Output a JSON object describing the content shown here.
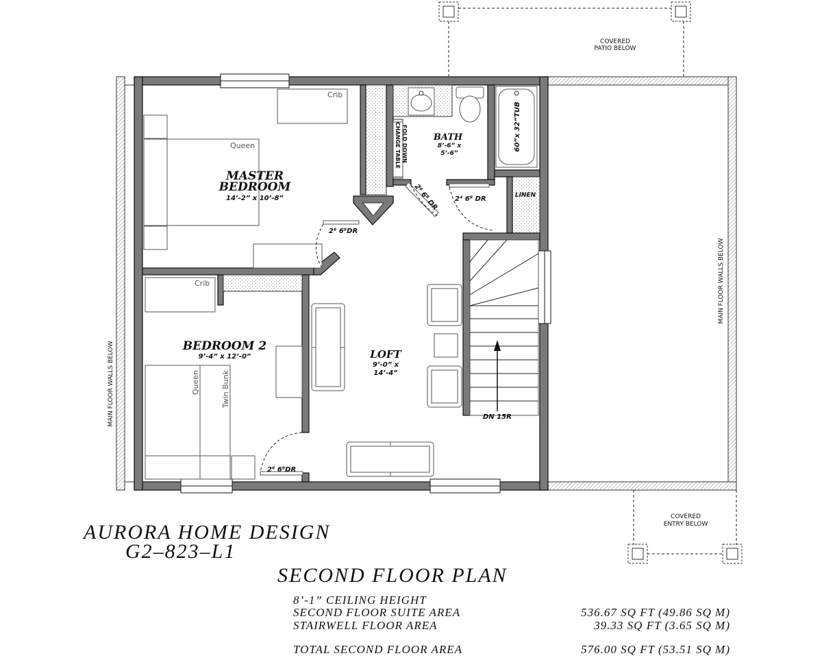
{
  "rooms": {
    "master": {
      "name_line1": "MASTER",
      "name_line2": "BEDROOM",
      "dims": "14’-2” x 10’-8”"
    },
    "bath": {
      "name": "BATH",
      "dims_line1": "8’-6” x",
      "dims_line2": "5’-6”"
    },
    "bedroom2": {
      "name": "BEDROOM 2",
      "dims": "9’-4” x 12’-0”"
    },
    "loft": {
      "name": "LOFT",
      "dims_line1": "9’-0” x",
      "dims_line2": "14’-4”"
    },
    "linen": "LINEN"
  },
  "furniture": {
    "crib": "Crib",
    "queen": "Queen",
    "twin_bunk": "Twin Bunk",
    "tub": "60”x 32”TUB",
    "change_table_1": "CHANGE TABLE",
    "change_table_2": "FOLD DOWN"
  },
  "doors": {
    "master": "2⁶ 6⁸DR",
    "bath_angled": "2⁶ 6⁸ DR",
    "linen": "2⁴ 6⁸ DR",
    "bedroom2": "2⁶ 6⁸DR"
  },
  "stairs": "DN 15R",
  "notes": {
    "patio_1": "COVERED",
    "patio_2": "PATIO BELOW",
    "entry_1": "COVERED",
    "entry_2": "ENTRY BELOW",
    "main_walls_left": "MAIN FLOOR WALLS BELOW",
    "main_walls_right": "MAIN FLOOR WALLS BELOW"
  },
  "title": {
    "company": "AURORA HOME DESIGN",
    "plan_code": "G2–823–L1",
    "plan_name": "SECOND FLOOR PLAN"
  },
  "areas": {
    "ceiling": "8’-1” CEILING HEIGHT",
    "rows": [
      {
        "label": "SECOND FLOOR SUITE AREA",
        "value": "536.67 SQ FT (49.86 SQ M)"
      },
      {
        "label": "STAIRWELL FLOOR AREA",
        "value": "39.33 SQ FT (3.65 SQ M)"
      },
      {
        "label": "TOTAL SECOND FLOOR AREA",
        "value": "576.00 SQ FT (53.51 SQ M)"
      }
    ]
  }
}
